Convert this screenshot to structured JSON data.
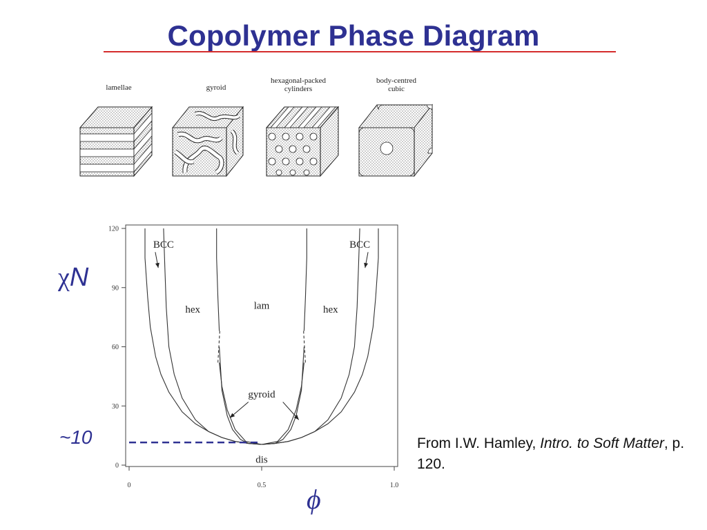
{
  "title": "Copolymer Phase Diagram",
  "colors": {
    "title": "#2e3192",
    "rule": "#d42a2a",
    "annotation": "#2e3192",
    "dashed_line": "#2e3192"
  },
  "morphologies": [
    {
      "name": "lamellae"
    },
    {
      "name": "gyroid"
    },
    {
      "name": "hexagonal-packed",
      "name2": "cylinders"
    },
    {
      "name": "body-centred",
      "name2": "cubic"
    }
  ],
  "y_label_symbol": "χ",
  "y_label_var": "N",
  "x_label": "ϕ",
  "approx_label": "~10",
  "citation": {
    "prefix": "From I.W. Hamley, ",
    "book": "Intro. to Soft Matter",
    "suffix": ", p. 120."
  },
  "chart_data": {
    "type": "line",
    "xlim": [
      0,
      1.0
    ],
    "ylim": [
      0,
      120
    ],
    "x_ticks": [
      "0",
      "0.5",
      "1.0"
    ],
    "y_ticks": [
      "0",
      "30",
      "60",
      "90",
      "120"
    ],
    "x_tick_values": [
      0,
      0.5,
      1.0
    ],
    "y_tick_values": [
      0,
      30,
      60,
      90,
      120
    ],
    "regions": [
      {
        "label": "BCC",
        "x": 0.13,
        "y": 112
      },
      {
        "label": "hex",
        "x": 0.24,
        "y": 79
      },
      {
        "label": "lam",
        "x": 0.5,
        "y": 81
      },
      {
        "label": "hex",
        "x": 0.76,
        "y": 79
      },
      {
        "label": "BCC",
        "x": 0.87,
        "y": 112
      },
      {
        "label": "gyroid",
        "x": 0.5,
        "y": 36
      },
      {
        "label": "dis",
        "x": 0.5,
        "y": 3
      }
    ],
    "series": [
      {
        "x": [
          0.5,
          0.45,
          0.4,
          0.35,
          0.3,
          0.25,
          0.2,
          0.15,
          0.12,
          0.1,
          0.08,
          0.07,
          0.06,
          0.06
        ],
        "y": [
          10.5,
          11,
          12,
          14,
          17,
          21,
          27,
          37,
          46,
          55,
          70,
          85,
          105,
          120
        ]
      },
      {
        "x": [
          0.5,
          0.45,
          0.4,
          0.35,
          0.3,
          0.25,
          0.2,
          0.17,
          0.15,
          0.14,
          0.135,
          0.13
        ],
        "y": [
          10.5,
          11,
          12,
          14,
          17,
          23,
          34,
          46,
          60,
          80,
          100,
          120
        ]
      },
      {
        "x": [
          0.5,
          0.45,
          0.42,
          0.39,
          0.37,
          0.35,
          0.34
        ],
        "y": [
          10.5,
          11,
          13,
          18,
          25,
          38,
          60
        ]
      },
      {
        "x": [
          0.34,
          0.335,
          0.33,
          0.33
        ],
        "y": [
          68,
          85,
          105,
          120
        ]
      },
      {
        "x": [
          0.5,
          0.44,
          0.4,
          0.37,
          0.35,
          0.34
        ],
        "y": [
          10.5,
          12,
          18,
          28,
          40,
          52
        ]
      },
      {
        "x": [
          0.5,
          0.55,
          0.6,
          0.65,
          0.7,
          0.75,
          0.8,
          0.85,
          0.88,
          0.9,
          0.92,
          0.93,
          0.94,
          0.94
        ],
        "y": [
          10.5,
          11,
          12,
          14,
          17,
          21,
          27,
          37,
          46,
          55,
          70,
          85,
          105,
          120
        ]
      },
      {
        "x": [
          0.5,
          0.55,
          0.6,
          0.65,
          0.7,
          0.75,
          0.8,
          0.83,
          0.85,
          0.86,
          0.865,
          0.87
        ],
        "y": [
          10.5,
          11,
          12,
          14,
          17,
          23,
          34,
          46,
          60,
          80,
          100,
          120
        ]
      },
      {
        "x": [
          0.5,
          0.55,
          0.58,
          0.61,
          0.63,
          0.65,
          0.66
        ],
        "y": [
          10.5,
          11,
          13,
          18,
          25,
          38,
          60
        ]
      },
      {
        "x": [
          0.66,
          0.665,
          0.67,
          0.67
        ],
        "y": [
          68,
          85,
          105,
          120
        ]
      },
      {
        "x": [
          0.5,
          0.56,
          0.6,
          0.63,
          0.65,
          0.66
        ],
        "y": [
          10.5,
          12,
          18,
          28,
          40,
          52
        ]
      }
    ],
    "dashed_segments": [
      {
        "x": [
          0.335,
          0.342
        ],
        "y": [
          52,
          68
        ]
      },
      {
        "x": [
          0.665,
          0.658
        ],
        "y": [
          52,
          68
        ]
      }
    ],
    "reference_line": {
      "x": [
        0,
        0.5
      ],
      "y": [
        11.5,
        11.5
      ],
      "style": "dashed"
    },
    "grid": false
  }
}
